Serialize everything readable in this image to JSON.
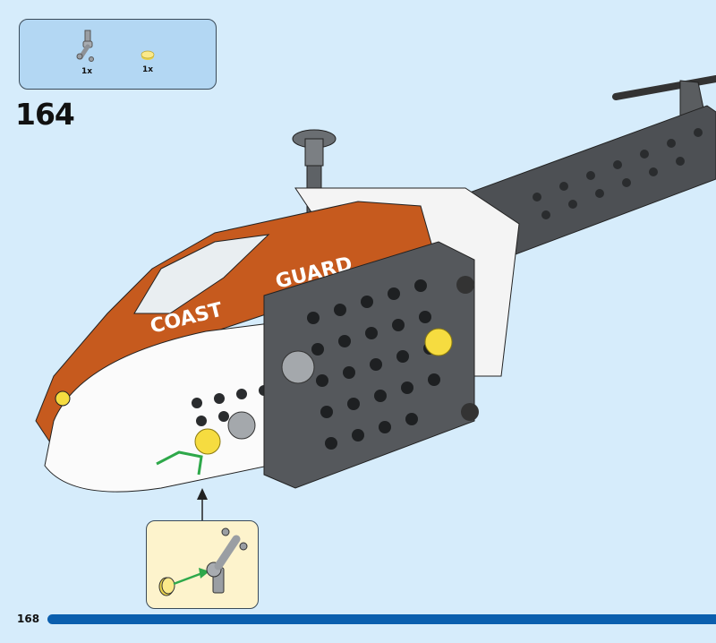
{
  "parts_list": {
    "items": [
      {
        "name": "gray-bar-holder-clip",
        "qty": "1x"
      },
      {
        "name": "trans-yellow-round-tile",
        "qty": "1x"
      }
    ]
  },
  "step": {
    "number": "164"
  },
  "model": {
    "decal_text_1": "COAST",
    "decal_text_2": "GUARD"
  },
  "page": {
    "number": "168"
  },
  "colors": {
    "background": "#d6ecfb",
    "parts_box": "#b3d7f3",
    "callout": "#fdf3cc",
    "accent_bar": "#0b5fae",
    "orange": "#c65a1e",
    "arrow": "#2ea84a"
  }
}
